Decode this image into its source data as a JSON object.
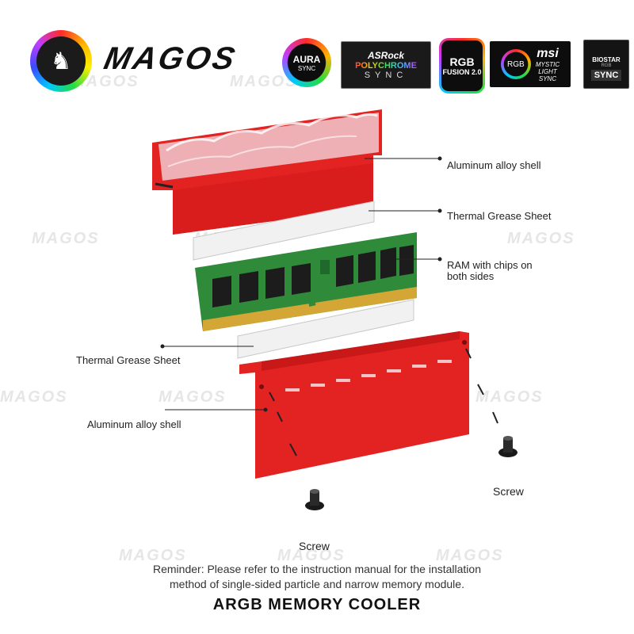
{
  "brand": {
    "name": "MAGOS",
    "logo_icon": "horse-head-icon"
  },
  "badges": {
    "aura": {
      "line1": "AURA",
      "line2": "SYNC"
    },
    "polychrome": {
      "line1": "ASRock",
      "line2": "POLYCHROME",
      "line3": "SYNC"
    },
    "fusion": {
      "line1": "RGB",
      "line2": "FUSION 2.0"
    },
    "msi": {
      "ring": "RGB",
      "line1": "msi",
      "line2": "MYSTIC",
      "line3": "LIGHT",
      "line4": "SYNC"
    },
    "biostar": {
      "line1": "BIOSTAR",
      "line2": "RGB",
      "line3": "SYNC"
    }
  },
  "watermark": "MAGOS",
  "labels": {
    "top_shell": "Aluminum alloy shell",
    "top_grease": "Thermal Grease Sheet",
    "ram_line1": "RAM with chips on",
    "ram_line2": "both sides",
    "bottom_grease": "Thermal Grease Sheet",
    "bottom_shell": "Aluminum alloy shell",
    "screw_right": "Screw",
    "screw_left": "Screw"
  },
  "reminder": {
    "line1": "Reminder: Please refer to the instruction manual for the installation",
    "line2": "method of single-sided particle and narrow memory module."
  },
  "footer": "ARGB MEMORY COOLER",
  "colors": {
    "shell_red": "#e32222",
    "pcb_green": "#2f8a3a",
    "chip_black": "#1c1c1c",
    "gold_pins": "#d4a635"
  }
}
